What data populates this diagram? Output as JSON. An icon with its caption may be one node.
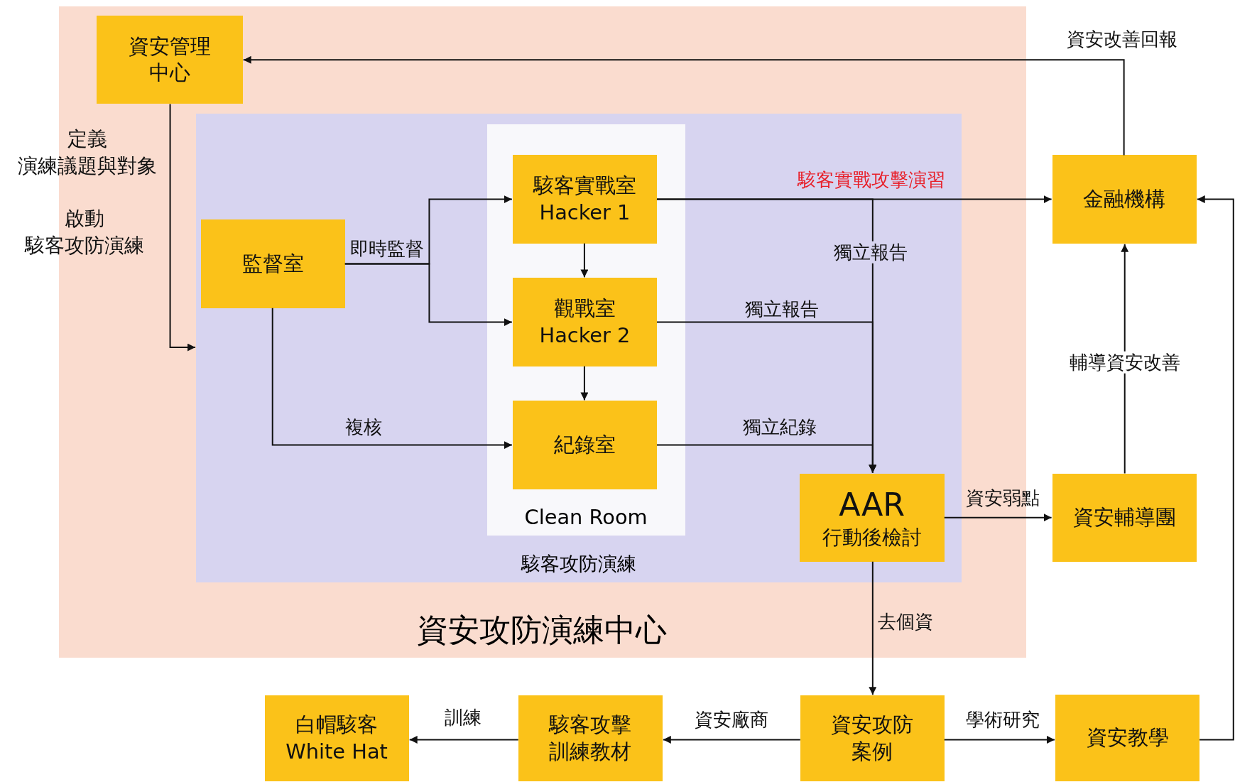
{
  "diagram": {
    "nodes": [
      {
        "text": [
          "資安攻防演練中心"
        ]
      },
      {
        "text": [
          "資安管理中心"
        ],
        "in": 0
      },
      {
        "text": [
          "駭客攻防演練"
        ],
        "in": 0
      },
      {
        "text": [
          "Clean Room"
        ],
        "in": 2
      },
      {
        "text": [
          "駭客實戰室 Hacker 1"
        ],
        "in": 3
      },
      {
        "text": [
          "觀戰室 Hacker 2"
        ],
        "in": 3
      },
      {
        "text": [
          "紀錄室"
        ],
        "in": 3
      },
      {
        "text": [
          "監督室"
        ],
        "in": 2
      },
      {
        "text": [
          "AAR",
          "行動後檢討"
        ],
        "in": 2
      },
      {
        "text": [
          "金融機構"
        ]
      },
      {
        "text": [
          "資安輔導團"
        ]
      },
      {
        "text": [
          "資安攻防案例"
        ]
      },
      {
        "text": [
          "資安教學"
        ]
      },
      {
        "text": [
          "駭客攻擊訓練教材"
        ]
      },
      {
        "text": [
          "白帽駭客 White Hat"
        ]
      }
    ],
    "edges": [
      {
        "from": 1,
        "to": 2,
        "arrow": "to"
      },
      {
        "from": 9,
        "to": 1,
        "arrow": "to",
        "label": "資安改善回報"
      },
      {
        "from": 7,
        "to": 4,
        "arrow": "to",
        "label": "即時監督"
      },
      {
        "from": 7,
        "to": 5,
        "arrow": "to"
      },
      {
        "from": 4,
        "to": 5,
        "arrow": "to"
      },
      {
        "from": 5,
        "to": 6,
        "arrow": "to"
      },
      {
        "from": 7,
        "to": 6,
        "arrow": "to",
        "label": "複核"
      },
      {
        "from": 4,
        "to": 9,
        "arrow": "to",
        "label": "駭客實戰攻擊演習"
      },
      {
        "from": 4,
        "to": 8,
        "arrow": "to",
        "label": "獨立報告"
      },
      {
        "from": 5,
        "to": 8,
        "arrow": "to",
        "label": "獨立報告"
      },
      {
        "from": 6,
        "to": 8,
        "arrow": "to",
        "label": "獨立紀錄"
      },
      {
        "from": 8,
        "to": 10,
        "arrow": "to",
        "label": "資安弱點"
      },
      {
        "from": 10,
        "to": 9,
        "arrow": "to",
        "label": "輔導資安改善"
      },
      {
        "from": 8,
        "to": 11,
        "arrow": "to",
        "label": "去個資"
      },
      {
        "from": 11,
        "to": 13,
        "arrow": "to",
        "label": "資安廠商"
      },
      {
        "from": 13,
        "to": 14,
        "arrow": "to",
        "label": "訓練"
      },
      {
        "from": 11,
        "to": 12,
        "arrow": "to",
        "label": "學術研究"
      },
      {
        "from": 12,
        "to": 9,
        "arrow": "to"
      }
    ],
    "labels": [
      "定義",
      "演練議題與對象",
      "啟動",
      "駭客攻防演練"
    ]
  }
}
